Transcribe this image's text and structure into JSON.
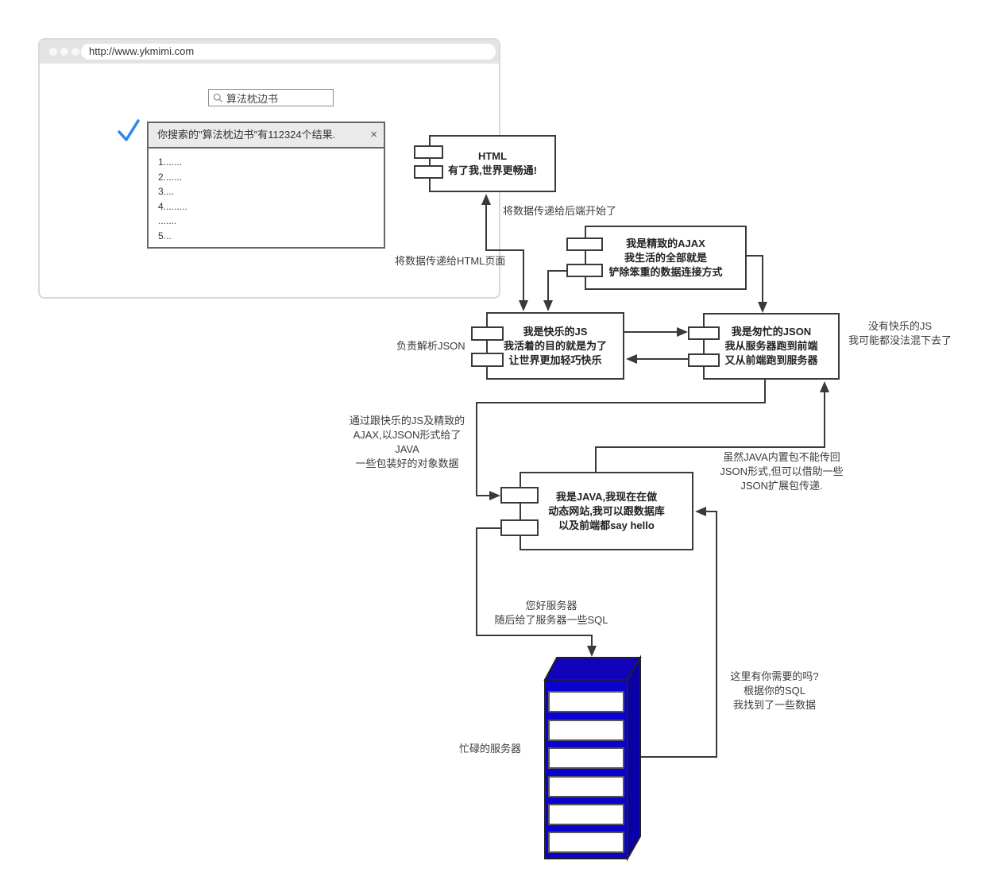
{
  "browser": {
    "url": "http://www.ykmimi.com",
    "search": {
      "value": "算法枕边书"
    },
    "result_popup": {
      "header": "你搜索的\"算法枕边书\"有112324个结果.",
      "close": "×",
      "items": [
        "1.......",
        "2.......",
        "3....",
        "4.........",
        ".......",
        "5..."
      ]
    }
  },
  "components": {
    "html": {
      "line1": "HTML",
      "line2": "有了我,世界更畅通!"
    },
    "ajax": {
      "line1": "我是精致的AJAX",
      "line2": "我生活的全部就是",
      "line3": "铲除笨重的数据连接方式"
    },
    "js": {
      "line1": "我是快乐的JS",
      "line2": "我活着的目的就是为了",
      "line3": "让世界更加轻巧快乐"
    },
    "json": {
      "line1": "我是匆忙的JSON",
      "line2": "我从服务器跑到前端",
      "line3": "又从前端跑到服务器"
    },
    "java": {
      "line1": "我是JAVA,我现在在做",
      "line2": "动态网站,我可以跟数据库",
      "line3": "以及前端都say hello"
    }
  },
  "labels": {
    "to_backend": "将数据传递给后端开始了",
    "to_html": "将数据传递给HTML页面",
    "parse_json": "负责解析JSON",
    "no_js": {
      "line1": "没有快乐的JS",
      "line2": "我可能都没法混下去了"
    },
    "via_json": {
      "line1": "通过跟快乐的JS及精致的",
      "line2": "AJAX,以JSON形式给了JAVA",
      "line3": "一些包装好的对象数据"
    },
    "java_ext": {
      "line1": "虽然JAVA内置包不能传回",
      "line2": "JSON形式,但可以借助一些",
      "line3": "JSON扩展包传递."
    },
    "hello_server": {
      "line1": "您好服务器",
      "line2": "随后给了服务器一些SQL"
    },
    "server_reply": {
      "line1": "这里有你需要的吗?",
      "line2": "根据你的SQL",
      "line3": "我找到了一些数据"
    },
    "busy_server": "忙碌的服务器"
  },
  "icons": {
    "search": "magnifier",
    "check": "blue-checkmark",
    "window_dots": "traffic-dots"
  },
  "colors": {
    "line": "#3a3a3a",
    "accent_blue": "#2e87e8",
    "server_front": "#0b02cf",
    "server_top": "#1202bb",
    "server_side": "#0a01a6",
    "browser_chrome": "#e4e4e4"
  }
}
